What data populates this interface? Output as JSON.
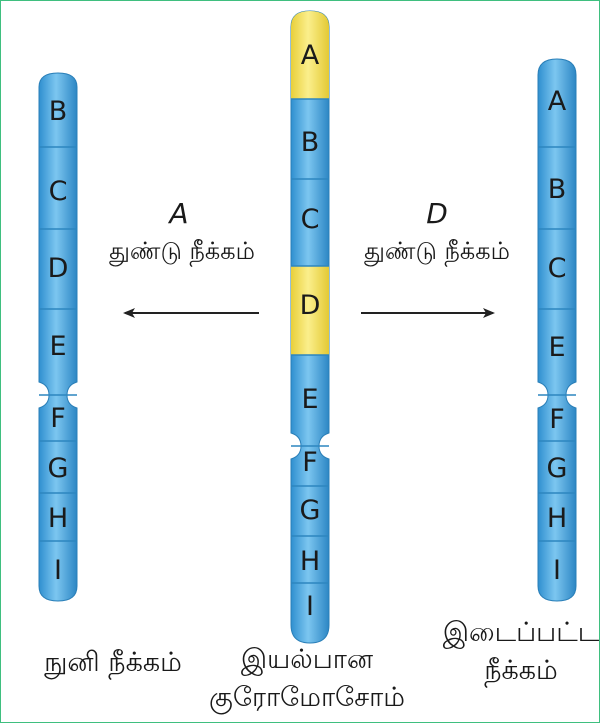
{
  "colors": {
    "normal_band": "#4aa7dc",
    "deleted_band": "#f2e05a",
    "band_line": "#2d86bf",
    "arrow": "#222222",
    "frame": "#3fbf7f"
  },
  "left_chromosome": {
    "bands": [
      "B",
      "C",
      "D",
      "E",
      "F",
      "G",
      "H",
      "I"
    ],
    "caption": "நுனி நீக்கம்"
  },
  "center_chromosome": {
    "bands": [
      "A",
      "B",
      "C",
      "D",
      "E",
      "F",
      "G",
      "H",
      "I"
    ],
    "deleted_bands": [
      "A",
      "D"
    ],
    "caption_line1": "இயல்பான",
    "caption_line2": "குரோமோசோம்"
  },
  "right_chromosome": {
    "bands": [
      "A",
      "B",
      "C",
      "E",
      "F",
      "G",
      "H",
      "I"
    ],
    "caption_line1": "இடைப்பட்ட",
    "caption_line2": "நீக்கம்"
  },
  "left_arrow": {
    "letter": "A",
    "text": "துண்டு நீக்கம்"
  },
  "right_arrow": {
    "letter": "D",
    "text": "துண்டு நீக்கம்"
  }
}
